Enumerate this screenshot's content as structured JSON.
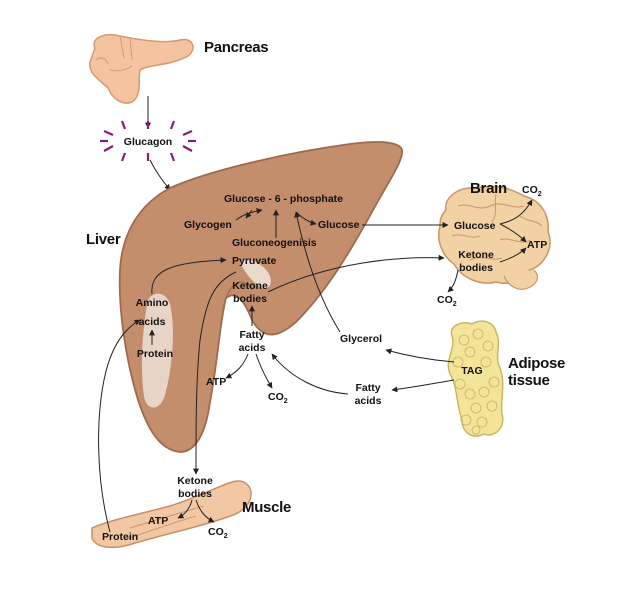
{
  "organs": {
    "pancreas": "Pancreas",
    "liver": "Liver",
    "brain": "Brain",
    "adipose_line1": "Adipose",
    "adipose_line2": "tissue",
    "muscle": "Muscle"
  },
  "hormone": {
    "glucagon": "Glucagon"
  },
  "liver_labels": {
    "g6p": "Glucose - 6 - phosphate",
    "glycogen": "Glycogen",
    "glucose": "Glucose",
    "gluconeogenisis": "Gluconeogenisis",
    "pyruvate": "Pyruvate",
    "ketone_line1": "Ketone",
    "ketone_line2": "bodies",
    "amino_line1": "Amino",
    "amino_line2": "acids",
    "protein": "Protein",
    "fatty_line1": "Fatty",
    "fatty_line2": "acids",
    "atp": "ATP",
    "co2": "CO"
  },
  "brain_labels": {
    "glucose": "Glucose",
    "ketone_line1": "Ketone",
    "ketone_line2": "bodies",
    "atp": "ATP",
    "co2_top": "CO",
    "co2_bottom": "CO"
  },
  "adipose_labels": {
    "tag": "TAG",
    "glycerol": "Glycerol",
    "fatty_line1": "Fatty",
    "fatty_line2": "acids"
  },
  "muscle_labels": {
    "ketone_line1": "Ketone",
    "ketone_line2": "bodies",
    "atp": "ATP",
    "co2": "CO",
    "protein": "Protein"
  },
  "subscript_2": "2",
  "colors": {
    "liver_fill": "#c48d6c",
    "liver_stroke": "#9e6a4e",
    "pancreas_fill": "#f4c4a0",
    "brain_fill": "#f2d2a4",
    "adipose_fill": "#f3e49a",
    "muscle_fill": "#f2c7a4",
    "glucagon_accent": "#8b1a7a"
  }
}
